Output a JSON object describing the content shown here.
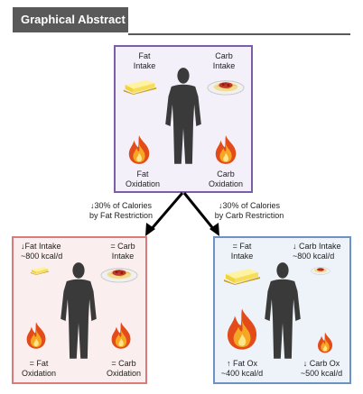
{
  "header": {
    "title": "Graphical Abstract"
  },
  "top_panel": {
    "fat_intake": "Fat\nIntake",
    "carb_intake": "Carb\nIntake",
    "fat_oxidation": "Fat\nOxidation",
    "carb_oxidation": "Carb\nOxidation"
  },
  "arrows": {
    "left_label": "↓30% of Calories\nby Fat Restriction",
    "right_label": "↓30% of Calories\nby Carb Restriction"
  },
  "left_panel": {
    "fat_intake": "↓Fat Intake\n~800 kcal/d",
    "carb_intake": "= Carb\nIntake",
    "fat_oxidation": "= Fat\nOxidation",
    "carb_oxidation": "= Carb\nOxidation"
  },
  "right_panel": {
    "fat_intake": "= Fat\nIntake",
    "carb_intake": "↓ Carb Intake\n~800 kcal/d",
    "fat_ox": "↑ Fat Ox\n~400 kcal/d",
    "carb_ox": "↓ Carb Ox\n~500 kcal/d"
  },
  "colors": {
    "top_border": "#7b5ea7",
    "left_border": "#d97b7b",
    "right_border": "#6d92c6",
    "header_bg": "#595959"
  }
}
